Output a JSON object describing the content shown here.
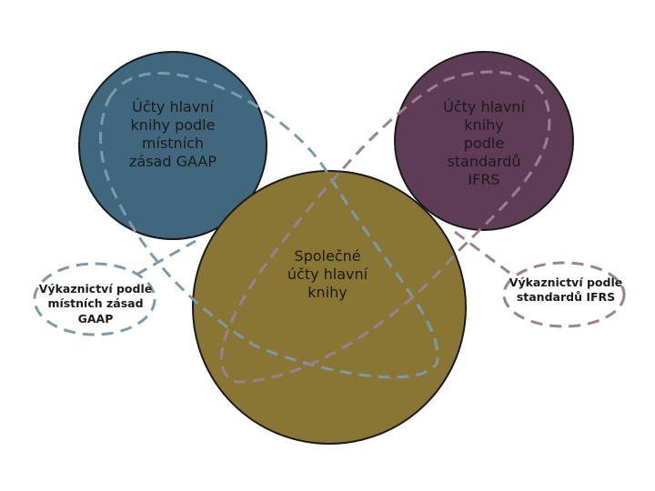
{
  "colors": {
    "local_circle": "#41677F",
    "ifrs_circle": "#5E3C56",
    "common_circle": "#8A7634",
    "local_dash": "#7D9AAB",
    "ifrs_dash": "#9A8091",
    "outline": "#1a1a1a"
  },
  "circles": {
    "local_gaap": {
      "lines": [
        "Účty hlavní",
        "knihy podle",
        "místních",
        "zásad GAAP"
      ]
    },
    "ifrs": {
      "lines": [
        "Účty hlavní",
        "knihy",
        "podle",
        "standardů",
        "IFRS"
      ]
    },
    "common": {
      "lines": [
        "Společné",
        "účty hlavní",
        "knihy"
      ]
    }
  },
  "reporting": {
    "local_gaap": {
      "lines": [
        "Výkaznictví podle",
        "místních zásad",
        "GAAP"
      ]
    },
    "ifrs": {
      "lines": [
        "Výkaznictví podle",
        "standardů IFRS"
      ]
    }
  }
}
